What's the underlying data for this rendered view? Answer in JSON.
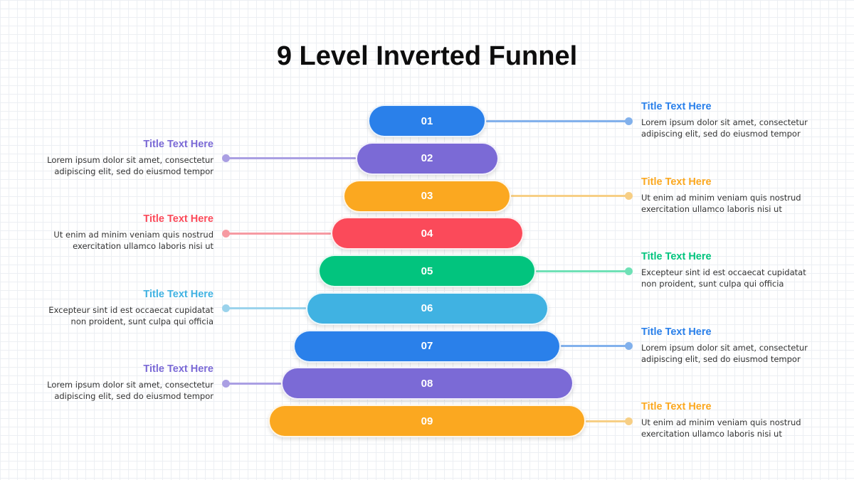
{
  "title": "9 Level Inverted Funnel",
  "levels": [
    {
      "num": "01",
      "color": "#2a80ea",
      "line": "#82b1ec",
      "side": "right",
      "note_title": "Title Text Here",
      "note_body": "Lorem ipsum dolor sit amet, consectetur adipiscing elit, sed do eiusmod tempor"
    },
    {
      "num": "02",
      "color": "#7b6ad6",
      "line": "#aa9fe3",
      "side": "left",
      "note_title": "Title Text Here",
      "note_body": "Lorem ipsum dolor sit amet, consectetur adipiscing elit, sed do eiusmod tempor"
    },
    {
      "num": "03",
      "color": "#fba820",
      "line": "#f7cf85",
      "side": "right",
      "note_title": "Title Text Here",
      "note_body": "Ut enim ad minim veniam quis nostrud exercitation ullamco laboris nisi ut"
    },
    {
      "num": "04",
      "color": "#fb4a5a",
      "line": "#f69aa2",
      "side": "left",
      "note_title": "Title Text Here",
      "note_body": "Ut enim ad minim veniam quis nostrud exercitation ullamco laboris nisi ut"
    },
    {
      "num": "05",
      "color": "#02c47e",
      "line": "#6fe1b6",
      "side": "right",
      "note_title": "Title Text Here",
      "note_body": "Excepteur sint id est occaecat cupidatat non proident, sunt culpa qui officia"
    },
    {
      "num": "06",
      "color": "#40b2e2",
      "line": "#9bd3ec",
      "side": "left",
      "note_title": "Title Text Here",
      "note_body": "Excepteur sint id est occaecat cupidatat non proident, sunt culpa qui officia"
    },
    {
      "num": "07",
      "color": "#2a80ea",
      "line": "#82b1ec",
      "side": "right",
      "note_title": "Title Text Here",
      "note_body": "Lorem ipsum dolor sit amet, consectetur adipiscing elit, sed do eiusmod tempor"
    },
    {
      "num": "08",
      "color": "#7b6ad6",
      "line": "#aa9fe3",
      "side": "left",
      "note_title": "Title Text Here",
      "note_body": "Lorem ipsum dolor sit amet, consectetur adipiscing elit, sed do eiusmod tempor"
    },
    {
      "num": "09",
      "color": "#fba820",
      "line": "#f7cf85",
      "side": "right",
      "note_title": "Title Text Here",
      "note_body": "Ut enim ad minim veniam quis nostrud exercitation ullamco laboris nisi ut"
    }
  ]
}
